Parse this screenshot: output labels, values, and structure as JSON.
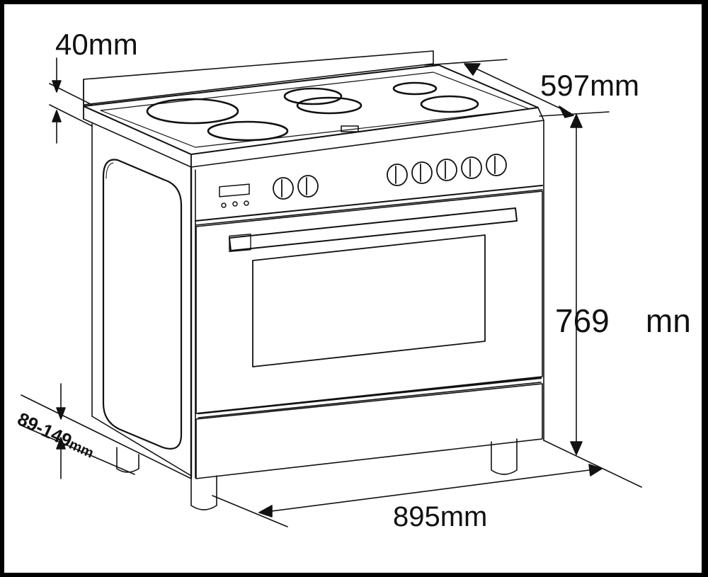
{
  "diagram": {
    "subject": "range cooker with ceramic hob, single oven and storage drawer",
    "colors": {
      "background": "#ffffff",
      "border": "#000000",
      "line": "#111111"
    },
    "dimensions": {
      "upstand_height": {
        "value": "40",
        "unit": "mm",
        "label": "40mm"
      },
      "depth": {
        "value": "597",
        "unit": "mm",
        "label": "597mm"
      },
      "height": {
        "value": "769",
        "unit": "mn",
        "label": "769    mn"
      },
      "width": {
        "value": "895",
        "unit": "mm",
        "label": "895mm"
      },
      "leg_height": {
        "value": "89-149",
        "unit": "mm",
        "label": "89-149"
      }
    },
    "components": {
      "hob_zones": 5,
      "control_knobs": 7,
      "display_buttons": 3,
      "legs_visible": 3
    }
  }
}
